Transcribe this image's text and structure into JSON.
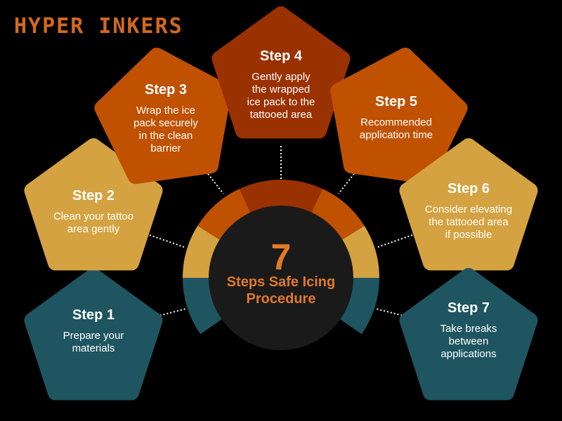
{
  "brand": {
    "name": "HYPER INKERS"
  },
  "center": {
    "number": "7",
    "line1": "Steps Safe Icing",
    "line2": "Procedure"
  },
  "steps": [
    {
      "title": "Step 1",
      "lines": [
        "Prepare your",
        "materials"
      ],
      "color": "#1e5560"
    },
    {
      "title": "Step 2",
      "lines": [
        "Clean your tattoo",
        "area gently"
      ],
      "color": "#d4a240"
    },
    {
      "title": "Step 3",
      "lines": [
        "Wrap the ice",
        "pack securely",
        "in the clean",
        "barrier"
      ],
      "color": "#bf5100"
    },
    {
      "title": "Step 4",
      "lines": [
        "Gently apply",
        "the wrapped",
        "ice pack to the",
        "tattooed area"
      ],
      "color": "#9a3100"
    },
    {
      "title": "Step 5",
      "lines": [
        "Recommended",
        "application time"
      ],
      "color": "#bf5100"
    },
    {
      "title": "Step 6",
      "lines": [
        "Consider elevating",
        "the tattooed area",
        "if possible"
      ],
      "color": "#d4a240"
    },
    {
      "title": "Step 7",
      "lines": [
        "Take breaks",
        "between",
        "applications"
      ],
      "color": "#1e5560"
    }
  ],
  "colors": {
    "background": "#000000",
    "center_circle": "#1a1a1a",
    "accent": "#e07a26",
    "connector": "#ffffff"
  }
}
